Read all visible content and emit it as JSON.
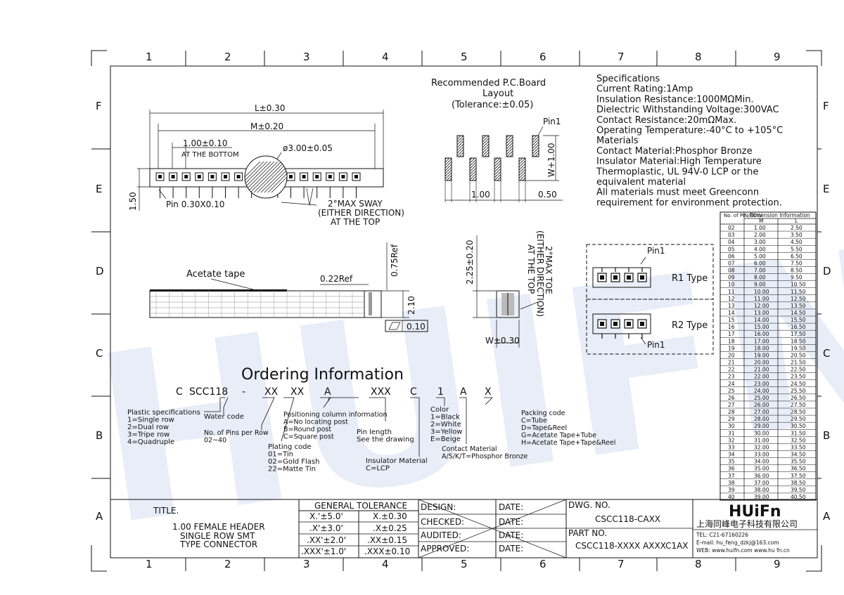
{
  "border": {
    "cols_top": [
      "1",
      "2",
      "3",
      "4",
      "5",
      "6",
      "7",
      "8",
      "9"
    ],
    "cols_bottom": [
      "1",
      "2",
      "3",
      "4",
      "5",
      "6",
      "7",
      "8",
      "9"
    ],
    "rows": [
      "F",
      "E",
      "D",
      "C",
      "B",
      "A"
    ]
  },
  "watermark": {
    "text": "HUIFN"
  },
  "pcb": {
    "title1": "Recommended P.C.Board",
    "title2": "Layout",
    "title3": "(Tolerance:±0.05)",
    "pin1": "Pin1",
    "w_dim": "W+1.00",
    "pitch": "1.00",
    "pad": "0.50"
  },
  "specs": {
    "lines": [
      "Specifications",
      "Current Rating:1Amp",
      "Insulation Resistance:1000MΩMin.",
      "Dielectric Withstanding Voltage:300VAC",
      "Contact Resistance:20mΩMax.",
      "Operating Temperature:-40°C to +105°C",
      "Materials",
      "Contact Material:Phosphor Bronze",
      "Insulator Material:High Temperature",
      "Thermoplastic, UL 94V-0 LCP or the",
      "equivalent material",
      "All materials must meet Greenconn",
      "requirement for environment protection."
    ]
  },
  "top_view": {
    "l_dim": "L±0.30",
    "m_dim": "M±0.20",
    "pitch": "1.00±0.10",
    "pitch_note": "AT THE BOTTOM",
    "hole": "ø3.00±0.05",
    "height": "1.50",
    "pin": "Pin 0.30X0.10",
    "sway1": "2°MAX SWAY",
    "sway2": "(EITHER DIRECTION)",
    "sway3": "AT THE TOP"
  },
  "side_view": {
    "acetate": "Acetate tape",
    "ref022": "0.22Ref",
    "ref075": "0.75Ref",
    "h210": "2.10",
    "flat": "0.10"
  },
  "end_view": {
    "h225": "2.25±0.20",
    "toe1": "2°MAX TOE",
    "toe2": "(EITHER DIRECTION)",
    "toe3": "AT THE TOP",
    "w": "W±0.30"
  },
  "types": {
    "pin1_a": "Pin1",
    "r1": "R1 Type",
    "r2": "R2 Type",
    "pin1_b": "Pin1"
  },
  "dim_table": {
    "header_col1": "No. of PIN/ROW",
    "header_group": "Dimension Information",
    "header_m": "M",
    "header_l": "L",
    "rows": [
      [
        "02",
        "1.00",
        "2.50"
      ],
      [
        "03",
        "2.00",
        "3.50"
      ],
      [
        "04",
        "3.00",
        "4.50"
      ],
      [
        "05",
        "4.00",
        "5.50"
      ],
      [
        "06",
        "5.00",
        "6.50"
      ],
      [
        "07",
        "6.00",
        "7.50"
      ],
      [
        "08",
        "7.00",
        "8.50"
      ],
      [
        "09",
        "8.00",
        "9.50"
      ],
      [
        "10",
        "9.00",
        "10.50"
      ],
      [
        "11",
        "10.00",
        "11.50"
      ],
      [
        "12",
        "11.00",
        "12.50"
      ],
      [
        "13",
        "12.00",
        "13.50"
      ],
      [
        "14",
        "13.00",
        "14.50"
      ],
      [
        "15",
        "14.00",
        "15.50"
      ],
      [
        "16",
        "15.00",
        "16.50"
      ],
      [
        "17",
        "16.00",
        "17.50"
      ],
      [
        "18",
        "17.00",
        "18.50"
      ],
      [
        "19",
        "18.00",
        "19.50"
      ],
      [
        "20",
        "19.00",
        "20.50"
      ],
      [
        "21",
        "20.00",
        "21.50"
      ],
      [
        "22",
        "21.00",
        "22.50"
      ],
      [
        "23",
        "22.00",
        "23.50"
      ],
      [
        "24",
        "23.00",
        "24.50"
      ],
      [
        "25",
        "24.00",
        "25.50"
      ],
      [
        "26",
        "25.00",
        "26.50"
      ],
      [
        "27",
        "26.00",
        "27.50"
      ],
      [
        "28",
        "27.00",
        "28.50"
      ],
      [
        "29",
        "28.00",
        "29.50"
      ],
      [
        "30",
        "29.00",
        "30.50"
      ],
      [
        "31",
        "30.00",
        "31.50"
      ],
      [
        "32",
        "31.00",
        "32.50"
      ],
      [
        "33",
        "32.00",
        "33.50"
      ],
      [
        "34",
        "33.00",
        "34.50"
      ],
      [
        "35",
        "34.00",
        "35.50"
      ],
      [
        "36",
        "35.00",
        "36.50"
      ],
      [
        "37",
        "36.00",
        "37.50"
      ],
      [
        "38",
        "37.00",
        "38.50"
      ],
      [
        "39",
        "38.00",
        "39.50"
      ],
      [
        "40",
        "39.00",
        "40.50"
      ]
    ]
  },
  "ordering": {
    "title": "Ordering Information",
    "codes": [
      "C",
      "SCC118",
      "-",
      "XX",
      "XX",
      "A",
      "XXX",
      "C",
      "1",
      "A",
      "X"
    ],
    "plastic": [
      "Plastic specifications",
      "1=Single row",
      "2=Dual row",
      "3=Tripe row",
      "4=Quadruple"
    ],
    "water": "Water code",
    "pins": [
      "No. of Pins per Row",
      "02~40"
    ],
    "plating": [
      "Plating code",
      "01=Tin",
      "02=Gold Flash",
      "22=Matte Tin"
    ],
    "position": [
      "Positioning column information",
      "A=No locating post",
      "B=Round post",
      "C=Square post"
    ],
    "pinlen": [
      "Pin length",
      "See the drawing"
    ],
    "insulator": [
      "Insulator Material",
      "C=LCP"
    ],
    "color": [
      "Color",
      "1=Black",
      "2=White",
      "3=Yellow",
      "E=Beige"
    ],
    "contact": [
      "Contact Material",
      "A/S/K/T=Phosphor Bronze"
    ],
    "packing": [
      "Packing code",
      "C=Tube",
      "D=Tape&Reel",
      "G=Acetate Tape+Tube",
      "H=Acetate Tape+Tape&Reel"
    ]
  },
  "title_block": {
    "title_label": "TITLE.",
    "title_lines": [
      "1.00 FEMALE HEADER",
      "SINGLE ROW SMT",
      "TYPE CONNECTOR"
    ],
    "gen_tol": "GENERAL TOLERANCE",
    "tol": [
      [
        "X.'±5.0'",
        "X.±0.30"
      ],
      [
        ".X'±3.0'",
        ".X±0.25"
      ],
      [
        ".XX'±2.0'",
        ".XX±0.15"
      ],
      [
        ".XXX'±1.0'",
        ".XXX±0.10"
      ]
    ],
    "design": "DESIGN:",
    "checked": "CHECKED:",
    "audited": "AUDITED:",
    "approved": "APPROVED:",
    "date": "DATE:",
    "dwg_label": "DWG. NO.",
    "dwg_value": "CSCC118-CAXX",
    "part_label": "PART NO.",
    "part_value": "CSCC118-XXXX AXXXC1AX",
    "logo": "HUiFn",
    "company": "上海同峰电子科技有限公司",
    "tel": "TEL: C21-67160226",
    "email": "E-mail: hu_feng_dzkj@163.com",
    "web": "WEB: www.huifn.com  www.hu fn.cn"
  }
}
